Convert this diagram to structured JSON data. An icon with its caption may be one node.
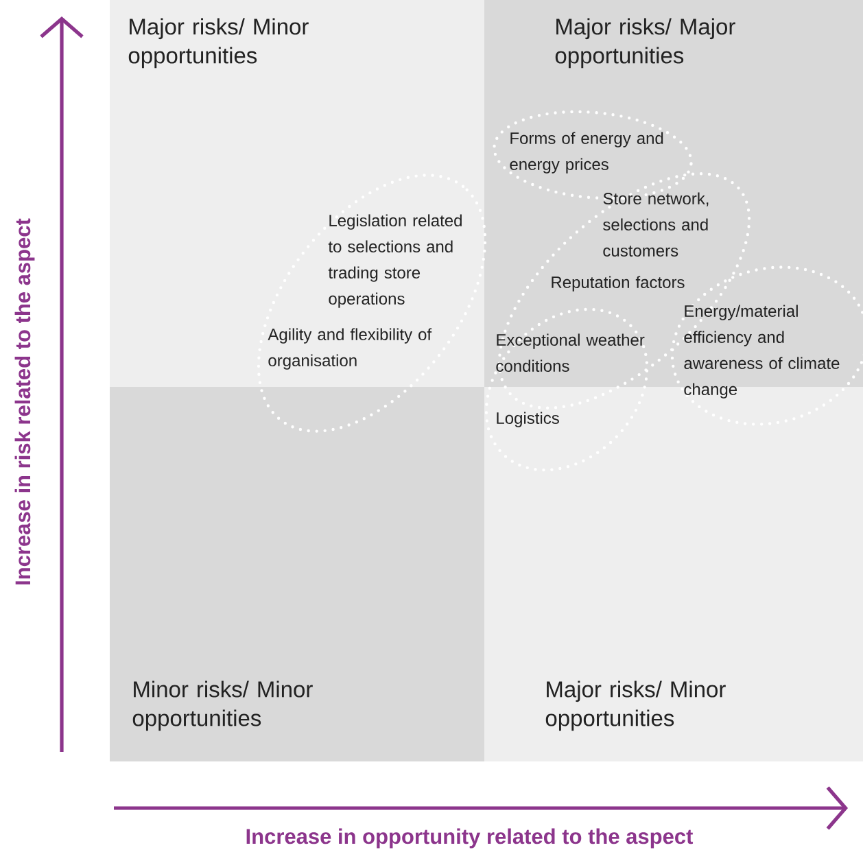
{
  "diagram": {
    "nodes": [
      {
        "text": [
          "Major risks/ Minor opportunities"
        ]
      },
      {
        "text": [
          "Major risks/ Major opportunities"
        ]
      },
      {
        "text": [
          "Minor risks/ Minor opportunities"
        ]
      },
      {
        "text": [
          "Major risks/ Minor opportunities"
        ]
      },
      {
        "text": [
          "Forms of energy and energy prices"
        ],
        "in": 1
      },
      {
        "text": [
          "Store network, selections and customers",
          "Reputation factors"
        ]
      },
      {
        "text": [
          "Legislation related to selections and trading store operations",
          "Agility and flexibility of organisation"
        ]
      },
      {
        "text": [
          "Exceptional weather conditions",
          "Logistics"
        ]
      },
      {
        "text": [
          "Energy/material efficiency and awareness of climate change"
        ]
      }
    ],
    "edges": [],
    "labels": [
      "Increase in risk related to the aspect",
      "Increase in opportunity related to the aspect"
    ]
  }
}
